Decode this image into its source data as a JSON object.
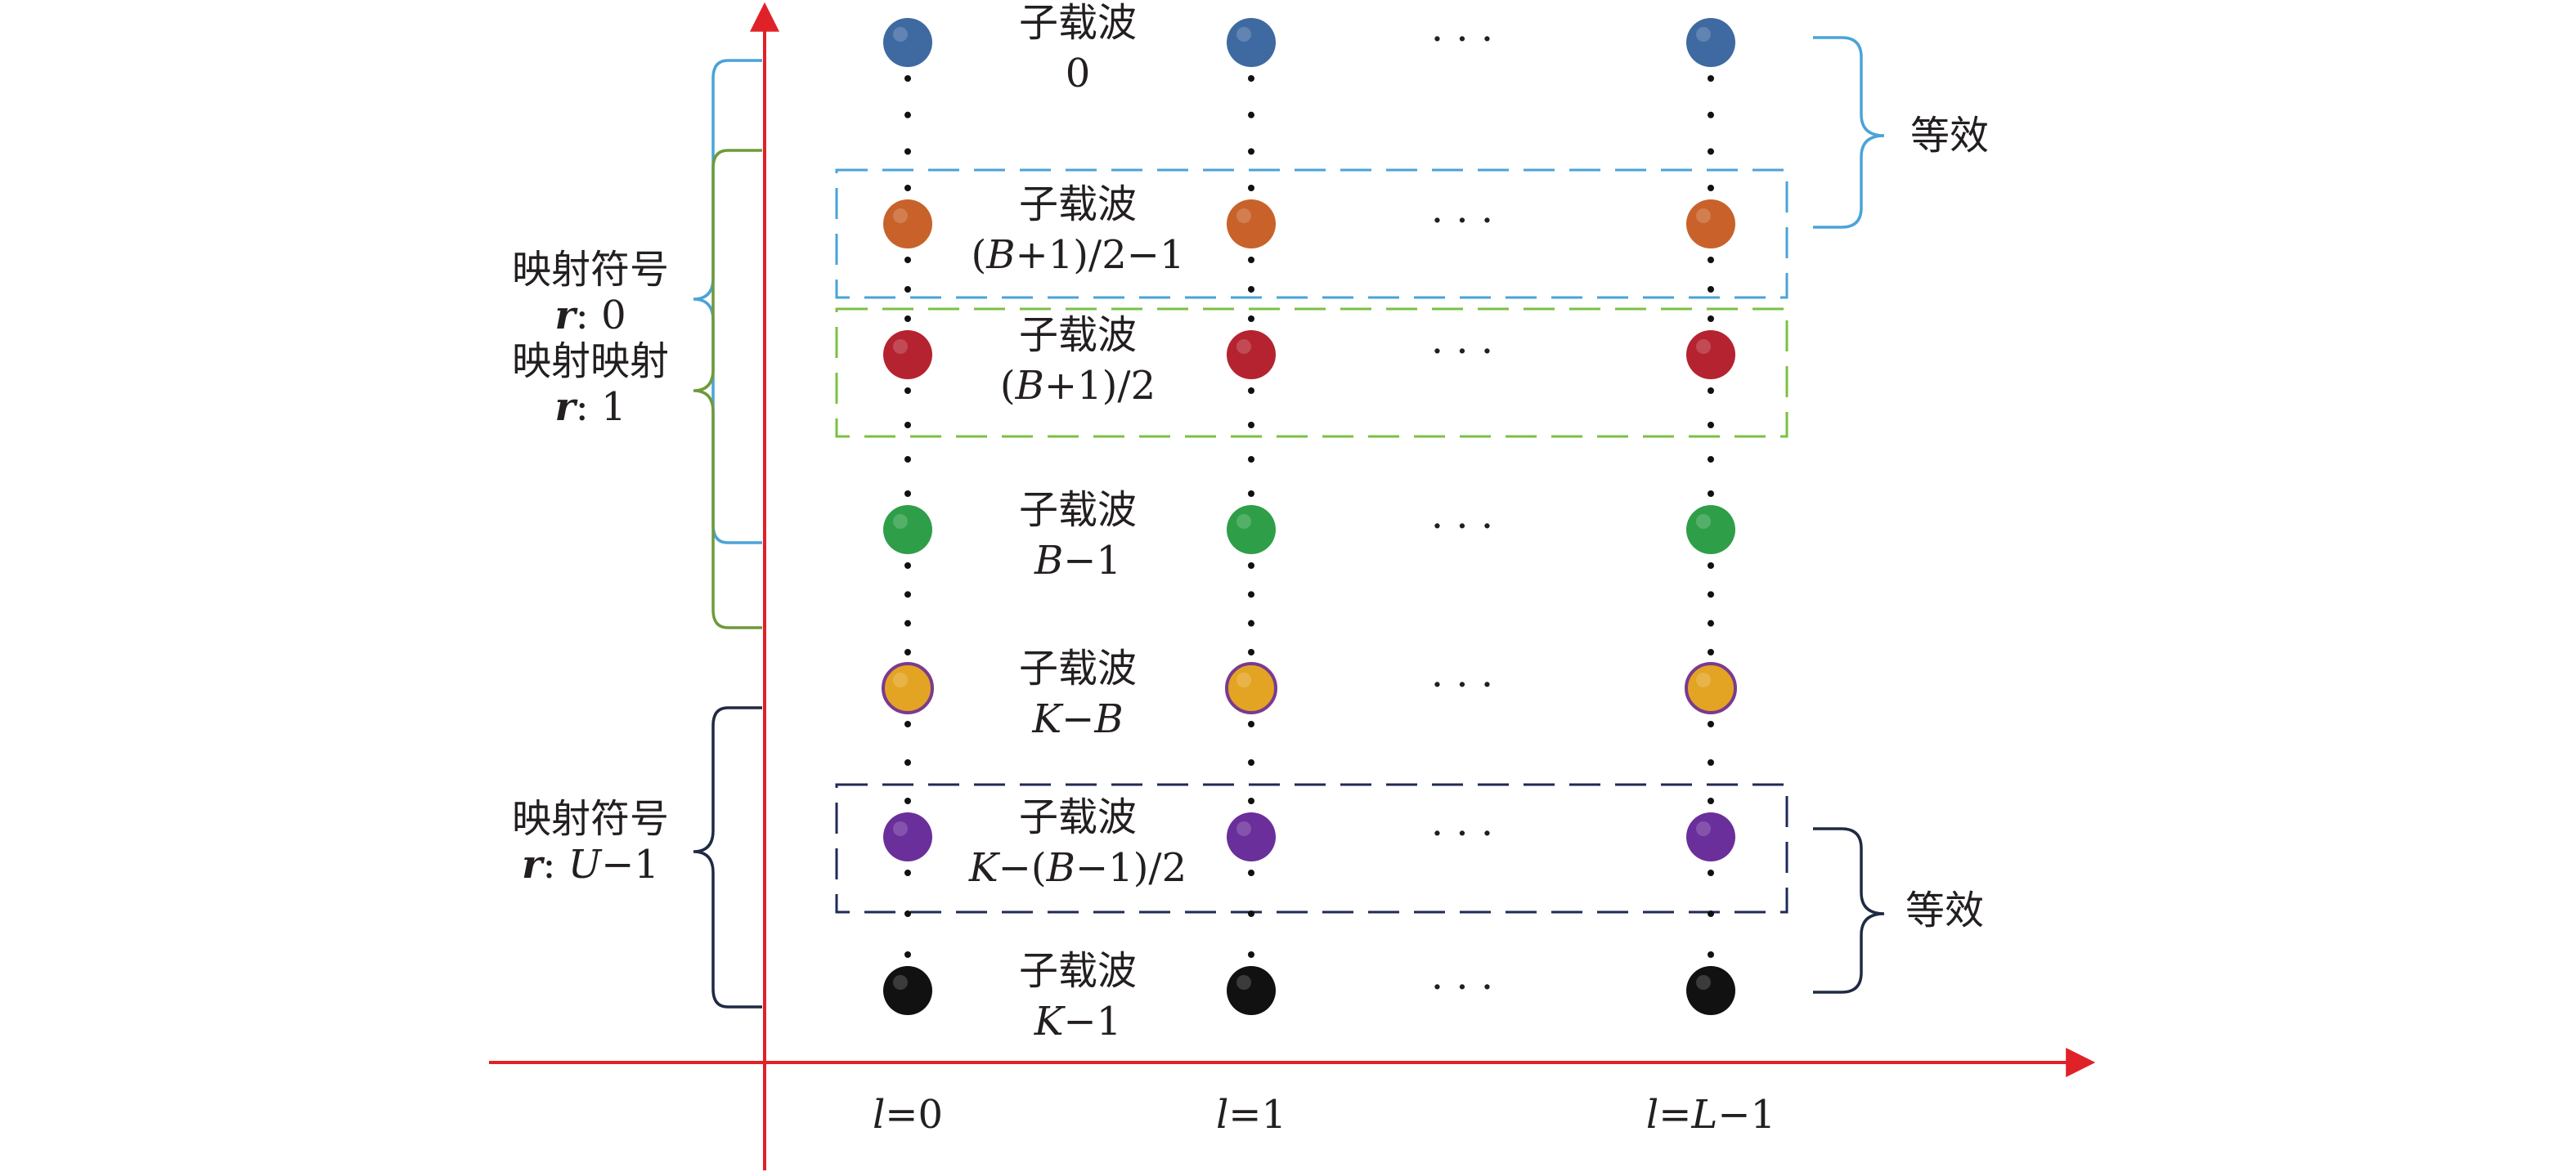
{
  "diagram": {
    "subcarrier_word": "子载波",
    "rows": [
      {
        "index_parts": [
          {
            "t": "0"
          }
        ],
        "color": "#3f6aa1"
      },
      {
        "index_parts": [
          {
            "t": "("
          },
          {
            "t": "B",
            "i": true
          },
          {
            "t": "+1)/2−1"
          }
        ],
        "color": "#c8622a"
      },
      {
        "index_parts": [
          {
            "t": "("
          },
          {
            "t": "B",
            "i": true
          },
          {
            "t": "+1)/2"
          }
        ],
        "color": "#b52330"
      },
      {
        "index_parts": [
          {
            "t": "B",
            "i": true
          },
          {
            "t": "−1"
          }
        ],
        "color": "#2f9e48"
      },
      {
        "index_parts": [
          {
            "t": "K",
            "i": true
          },
          {
            "t": "−"
          },
          {
            "t": "B",
            "i": true
          }
        ],
        "color": "#e3a423",
        "outline": "#7a3a8f"
      },
      {
        "index_parts": [
          {
            "t": "K",
            "i": true
          },
          {
            "t": "−("
          },
          {
            "t": "B",
            "i": true
          },
          {
            "t": "−1)/2"
          }
        ],
        "color": "#6a2f9a"
      },
      {
        "index_parts": [
          {
            "t": "K",
            "i": true
          },
          {
            "t": "−1"
          }
        ],
        "color": "#111111"
      }
    ],
    "column_labels": [
      [
        {
          "t": "l",
          "i": true
        },
        {
          "t": "=0"
        }
      ],
      [
        {
          "t": "l",
          "i": true
        },
        {
          "t": "=1"
        }
      ],
      [
        {
          "t": "l",
          "i": true
        },
        {
          "t": "="
        },
        {
          "t": "L",
          "i": true
        },
        {
          "t": "−1"
        }
      ]
    ],
    "ellipsis": "· · ·",
    "left_groups": [
      {
        "name": "映射符号",
        "sym_parts": [
          {
            "t": "r",
            "b": true
          },
          {
            "t": ": 0"
          }
        ],
        "color": "#4aa3d8"
      },
      {
        "name": "映射映射",
        "sym_parts": [
          {
            "t": "r",
            "b": true
          },
          {
            "t": ": 1"
          }
        ],
        "color": "#6f9a3a"
      },
      {
        "name": "映射符号",
        "sym_parts": [
          {
            "t": "r",
            "b": true
          },
          {
            "t": ": "
          },
          {
            "t": "U",
            "i": true
          },
          {
            "t": "−1"
          }
        ],
        "color": "#1f2a44"
      }
    ],
    "equivalent_label": "等效",
    "colors": {
      "axis": "#e02128",
      "dashed_blue": "#4aa3d8",
      "dashed_green": "#7bc043",
      "dashed_navy": "#1f2a56",
      "brace_top_right": "#4aa3d8",
      "brace_bottom_right": "#1f2a44"
    }
  }
}
